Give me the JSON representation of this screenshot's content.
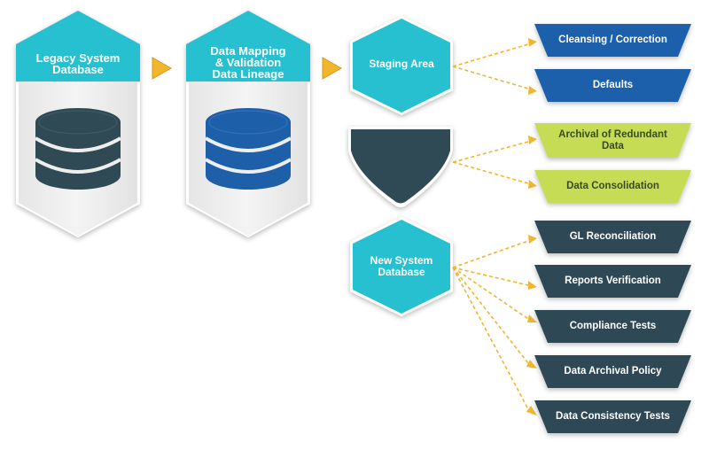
{
  "colors": {
    "teal": "#27c0d1",
    "dark": "#2f4a54",
    "blue": "#1e5faa",
    "lime": "#c6dc55",
    "arrow": "#f1b52e",
    "panel": "#eeeeee"
  },
  "left_stages": [
    {
      "title": "Legacy System Database",
      "lines": [
        "Legacy System",
        "Database"
      ],
      "icon": "database-icon-dark"
    },
    {
      "title": "Data Mapping & Validation Data Lineage",
      "lines": [
        "Data Mapping",
        "& Validation",
        "Data Lineage"
      ],
      "icon": "database-icon-blue"
    }
  ],
  "hubs": [
    {
      "label": "Staging Area",
      "lines": [
        "Staging Area"
      ]
    },
    {
      "label": "New System Database",
      "lines": [
        "New System",
        "Database"
      ]
    }
  ],
  "outputs": {
    "staging": [
      "Cleansing / Correction",
      "Defaults"
    ],
    "funnel": [
      [
        "Archival of Redundant",
        "Data"
      ],
      [
        "Data Consolidation"
      ]
    ],
    "new_system": [
      "GL Reconciliation",
      "Reports Verification",
      "Compliance Tests",
      "Data Archival Policy",
      "Data Consistency Tests"
    ]
  }
}
